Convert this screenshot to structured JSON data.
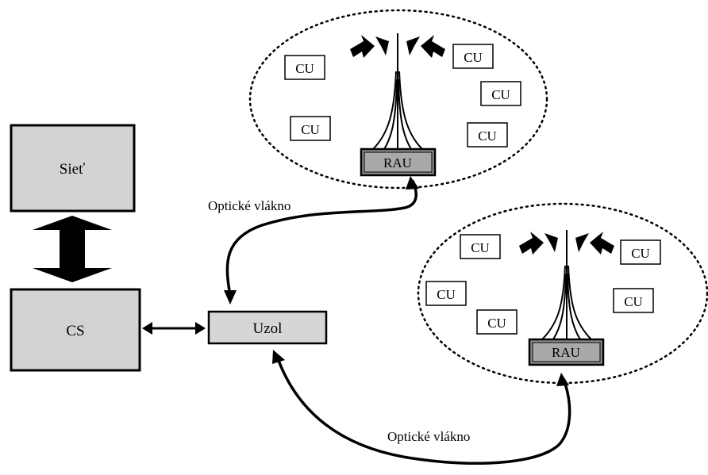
{
  "network": {
    "label": "Sieť"
  },
  "central_station": {
    "label": "CS"
  },
  "node": {
    "label": "Uzol"
  },
  "fiber_top": {
    "label": "Optické vlákno"
  },
  "fiber_bottom": {
    "label": "Optické vlákno"
  },
  "cell_top": {
    "rau_label": "RAU",
    "cu_labels": [
      "CU",
      "CU",
      "CU",
      "CU",
      "CU"
    ]
  },
  "cell_bottom": {
    "rau_label": "RAU",
    "cu_labels": [
      "CU",
      "CU",
      "CU",
      "CU",
      "CU"
    ]
  },
  "colors": {
    "box_fill": "#d3d3d3",
    "node_fill": "#d6d6d6",
    "rau_fill": "#8c8c8c",
    "line": "#000000"
  }
}
